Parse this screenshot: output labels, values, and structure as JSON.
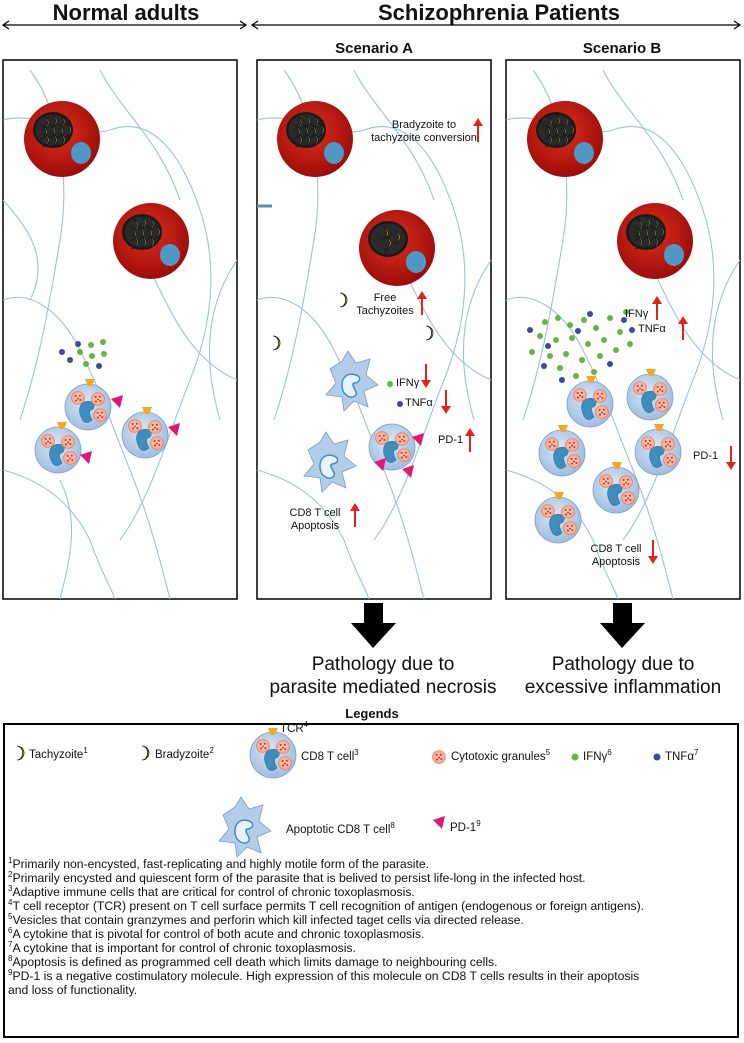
{
  "header": {
    "left": "Normal adults",
    "right": "Schizophrenia Patients",
    "scenario_a": "Scenario A",
    "scenario_b": "Scenario B"
  },
  "panel_a": {
    "conversion": "Bradyzoite to\ntachyzoite conversion",
    "free": "Free\nTachyzoites",
    "ifn": "IFNγ",
    "tnf": "TNFα",
    "pd1": "PD-1",
    "apoptosis": "CD8 T cell\nApoptosis"
  },
  "panel_b": {
    "ifn": "IFNγ",
    "tnf": "TNFα",
    "pd1": "PD-1",
    "apoptosis": "CD8 T cell\nApoptosis"
  },
  "outcomes": {
    "a": "Pathology due to\nparasite mediated necrosis",
    "b": "Pathology due to\nexcessive inflammation"
  },
  "legend": {
    "title": "Legends",
    "tachyzoite": {
      "label": "Tachyzoite",
      "sup": "1"
    },
    "bradyzoite": {
      "label": "Bradyzoite",
      "sup": "2"
    },
    "tcr": {
      "label": "TCR",
      "sup": "4"
    },
    "cd8": {
      "label": "CD8 T cell",
      "sup": "3"
    },
    "granules": {
      "label": "Cytotoxic granules",
      "sup": "5"
    },
    "ifn": {
      "label": "IFNγ",
      "sup": "6"
    },
    "tnf": {
      "label": "TNFα",
      "sup": "7"
    },
    "apoptotic": {
      "label": "Apoptotic CD8 T cell",
      "sup": "8"
    },
    "pd1": {
      "label": "PD-1",
      "sup": "9"
    }
  },
  "footnotes": [
    {
      "n": "1",
      "text": "Primarily non-encysted, fast-replicating and highly motile form of the parasite."
    },
    {
      "n": "2",
      "text": "Primarily encysted and quiescent form of the parasite that is belived to persist life-long in the infected host."
    },
    {
      "n": "3",
      "text": "Adaptive immune cells that are critical for control of chronic toxoplasmosis."
    },
    {
      "n": "4",
      "text": "T cell receptor (TCR) present on T cell surface permits T cell recognition of antigen (endogenous or foreign antigens)."
    },
    {
      "n": "5",
      "text": "Vesicles that contain granzymes and perforin which kill infected taget cells via directed release."
    },
    {
      "n": "6",
      "text": "A cytokine that is pivotal for control of both acute and chronic toxoplasmosis."
    },
    {
      "n": "7",
      "text": "A cytokine that is important for control of chronic toxoplasmosis."
    },
    {
      "n": "8",
      "text": "Apoptosis is defined as programmed cell death which limits damage to neighbouring cells."
    },
    {
      "n": "9",
      "text": "PD-1 is a negative costimulatory molecule. High expression of this molecule on CD8 T cells results in their apoptosis"
    },
    {
      "n": "",
      "text": "and loss of functionality."
    }
  ],
  "colors": {
    "neuron_line": "#9cc3d4",
    "infected_cell": "#c4100e",
    "nucleus": "#4f98c6",
    "cd8_cell": "#b3cce9",
    "bradyzoite": "#8cc63f",
    "tachyzoite": "#ffd700",
    "ifn": "#6ab43e",
    "tnf": "#3a4a9a",
    "pd1": "#e0186f",
    "tcr": "#f5a623",
    "arrow": "#e2231a"
  }
}
